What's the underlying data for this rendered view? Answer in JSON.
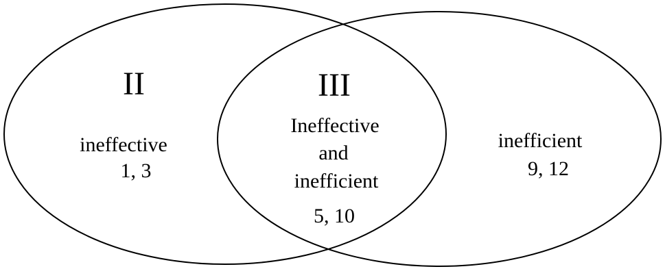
{
  "venn": {
    "left": {
      "roman": "II",
      "label": "ineffective",
      "items": "1, 3"
    },
    "center": {
      "roman": "III",
      "label_line1": "Ineffective",
      "label_line2": "and",
      "label_line3": "inefficient",
      "items": "5, 10"
    },
    "right": {
      "label": "inefficient",
      "items": "9, 12"
    }
  }
}
